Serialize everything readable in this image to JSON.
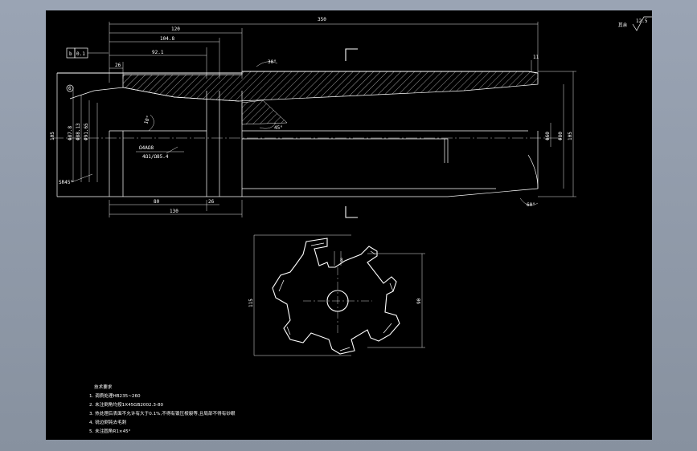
{
  "drawing": {
    "roughness_symbol": "12.5",
    "roughness_label": "其余",
    "datum_frame": {
      "letter": "b",
      "value": "0.1"
    },
    "dims_top": [
      "350",
      "120",
      "104.8",
      "92.1",
      "26"
    ],
    "dims_bottom": [
      "80",
      "26",
      "130"
    ],
    "dims_vertical_left": [
      "105",
      "Φ87.8",
      "Φ88.13",
      "Φ91.65"
    ],
    "dims_vertical_right": [
      "Φ60",
      "Φ80",
      "105"
    ],
    "dim_right_small": "11",
    "angles": [
      "30°",
      "10°",
      "45°",
      "60°",
      "SR45°"
    ],
    "bore_note_1": "Ω4AΩ8",
    "bore_note_2": "4Ω1/Ω85.4",
    "section_dim_height": "115",
    "section_dim_width": "90",
    "section_dim_small": "8",
    "balloon": "6"
  },
  "notes": {
    "title": "技术要求",
    "items": [
      "1. 调质处理HB235~260",
      "2. 未注倒角均按1X45GB2002.3-80",
      "3. 热处理后表面不允许有大于0.1%,不得有锻压棱裂等,且局部不得有砂眼",
      "4. 锐边倒钝去毛刺",
      "5. 未注圆角R1×45°"
    ]
  }
}
